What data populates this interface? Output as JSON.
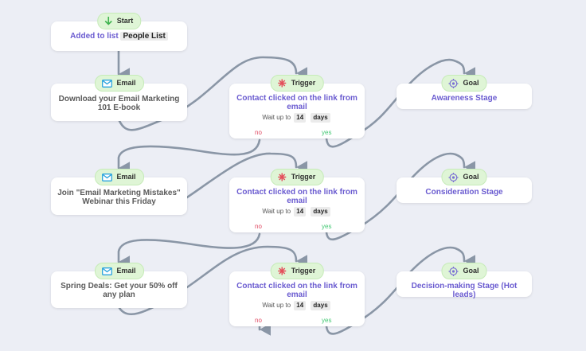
{
  "start": {
    "badge": "Start",
    "text": "Added to list",
    "list": "People List"
  },
  "rows": [
    {
      "email": {
        "badge": "Email",
        "text": "Download your Email Marketing 101 E-book"
      },
      "trigger": {
        "badge": "Trigger",
        "text": "Contact clicked on the link from email",
        "wait_prefix": "Wait up to",
        "wait_value": "14",
        "wait_unit": "days",
        "no": "no",
        "yes": "yes"
      },
      "goal": {
        "badge": "Goal",
        "text": "Awareness Stage"
      }
    },
    {
      "email": {
        "badge": "Email",
        "text": "Join \"Email Marketing Mistakes\" Webinar this Friday"
      },
      "trigger": {
        "badge": "Trigger",
        "text": "Contact clicked on the link from email",
        "wait_prefix": "Wait up to",
        "wait_value": "14",
        "wait_unit": "days",
        "no": "no",
        "yes": "yes"
      },
      "goal": {
        "badge": "Goal",
        "text": "Consideration Stage"
      }
    },
    {
      "email": {
        "badge": "Email",
        "text": "Spring Deals: Get your 50% off any plan"
      },
      "trigger": {
        "badge": "Trigger",
        "text": "Contact clicked on the link from email",
        "wait_prefix": "Wait up to",
        "wait_value": "14",
        "wait_unit": "days",
        "no": "no",
        "yes": "yes"
      },
      "goal": {
        "badge": "Goal",
        "text": "Decision-making Stage (Hot leads)"
      }
    }
  ],
  "colors": {
    "wire": "#8a96a6",
    "badge_bg": "#dff5d6",
    "title_purple": "#6a5bd0",
    "no": "#e04a63",
    "yes": "#43c873"
  }
}
